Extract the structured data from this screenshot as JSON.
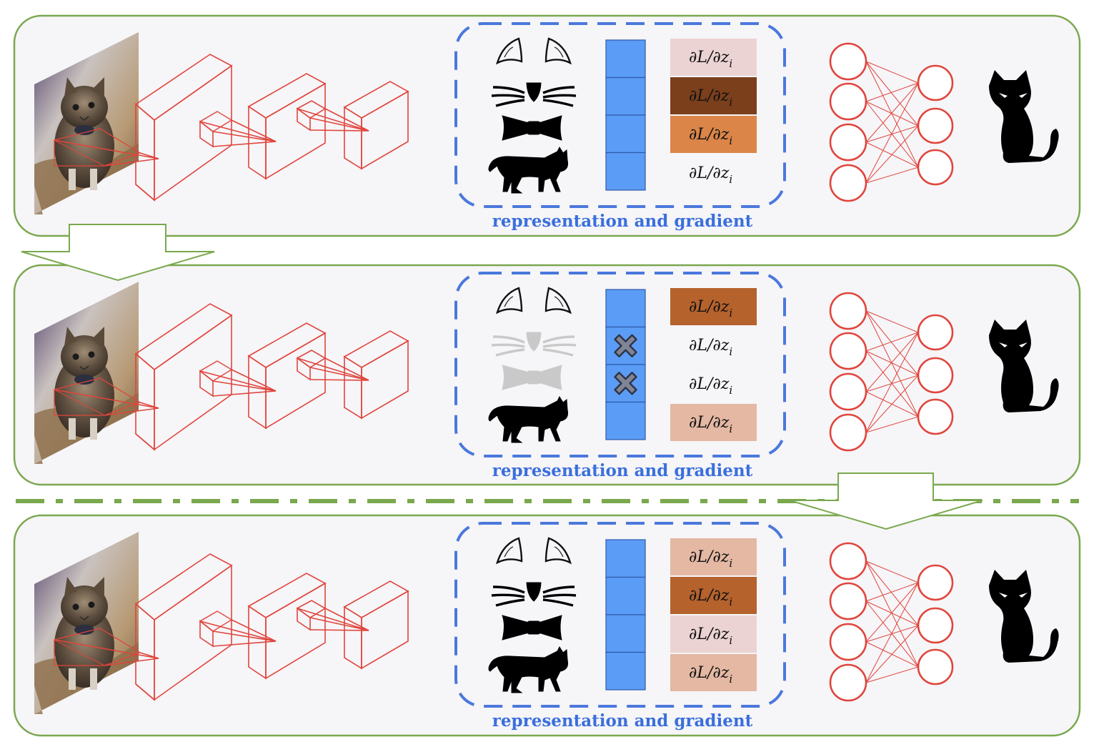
{
  "colors": {
    "panel_border": "#7aa84e",
    "dashed_box": "#4a78dc",
    "network": "#e0453c",
    "vector": "#5b9cf6"
  },
  "icons": [
    "kitten-photo",
    "cat-ears-icon",
    "cat-whiskers-icon",
    "bow-tie-icon",
    "walking-cat-icon",
    "sitting-cat-icon",
    "cross-icon"
  ],
  "panels": [
    {
      "caption": "representation and gradient",
      "features": [
        {
          "name": "ears",
          "dimmed": false
        },
        {
          "name": "whiskers",
          "dimmed": false
        },
        {
          "name": "bow-tie",
          "dimmed": false
        },
        {
          "name": "cat-body",
          "dimmed": false
        }
      ],
      "vector_cells": [
        {
          "dropped": false
        },
        {
          "dropped": false
        },
        {
          "dropped": false
        },
        {
          "dropped": false
        }
      ],
      "gradients": [
        {
          "label": "∂L/∂z",
          "sub": "i",
          "color": "#ecd3d3"
        },
        {
          "label": "∂L/∂z",
          "sub": "i",
          "color": "#7b3f1c"
        },
        {
          "label": "∂L/∂z",
          "sub": "i",
          "color": "#db8549"
        },
        {
          "label": "∂L/∂z",
          "sub": "i",
          "color": "none"
        }
      ]
    },
    {
      "caption": "representation and gradient",
      "features": [
        {
          "name": "ears",
          "dimmed": false
        },
        {
          "name": "whiskers",
          "dimmed": true
        },
        {
          "name": "bow-tie",
          "dimmed": true
        },
        {
          "name": "cat-body",
          "dimmed": false
        }
      ],
      "vector_cells": [
        {
          "dropped": false
        },
        {
          "dropped": true
        },
        {
          "dropped": true
        },
        {
          "dropped": false
        }
      ],
      "gradients": [
        {
          "label": "∂L/∂z",
          "sub": "i",
          "color": "#b5622d"
        },
        {
          "label": "∂L/∂z",
          "sub": "i",
          "color": "none"
        },
        {
          "label": "∂L/∂z",
          "sub": "i",
          "color": "none"
        },
        {
          "label": "∂L/∂z",
          "sub": "i",
          "color": "#e4b8a3"
        }
      ]
    },
    {
      "caption": "representation and gradient",
      "features": [
        {
          "name": "ears",
          "dimmed": false
        },
        {
          "name": "whiskers",
          "dimmed": false
        },
        {
          "name": "bow-tie",
          "dimmed": false
        },
        {
          "name": "cat-body",
          "dimmed": false
        }
      ],
      "vector_cells": [
        {
          "dropped": false
        },
        {
          "dropped": false
        },
        {
          "dropped": false
        },
        {
          "dropped": false
        }
      ],
      "gradients": [
        {
          "label": "∂L/∂z",
          "sub": "i",
          "color": "#e4b8a3"
        },
        {
          "label": "∂L/∂z",
          "sub": "i",
          "color": "#b5622d"
        },
        {
          "label": "∂L/∂z",
          "sub": "i",
          "color": "#ecd3d3"
        },
        {
          "label": "∂L/∂z",
          "sub": "i",
          "color": "#e4b8a3"
        }
      ]
    }
  ]
}
